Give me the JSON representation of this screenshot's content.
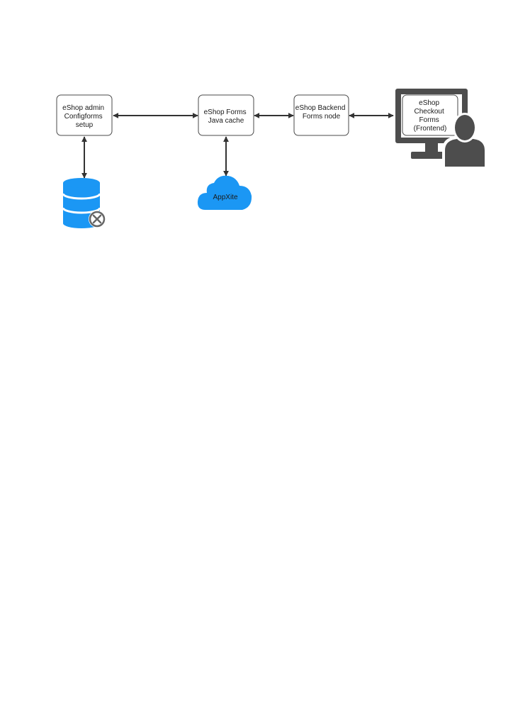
{
  "nodes": {
    "admin": {
      "lines": [
        "eShop admin",
        "Configforms",
        "setup"
      ]
    },
    "forms": {
      "lines": [
        "eShop Forms",
        "Java cache"
      ]
    },
    "backend": {
      "lines": [
        "eShop Backend",
        "Forms node"
      ]
    },
    "checkout": {
      "lines": [
        "eShop",
        "Checkout",
        "Forms",
        "(Frontend)"
      ]
    }
  },
  "cloud": {
    "label": "AppXite"
  },
  "colors": {
    "database": "#1b97f4",
    "cloud": "#1b97f4",
    "monitor": "#4d4d4d",
    "user": "#4d4d4d",
    "edge": "#333333"
  },
  "icons": {
    "database": "database-error-icon",
    "cloud": "cloud-icon",
    "monitor": "monitor-icon",
    "user": "user-icon"
  }
}
